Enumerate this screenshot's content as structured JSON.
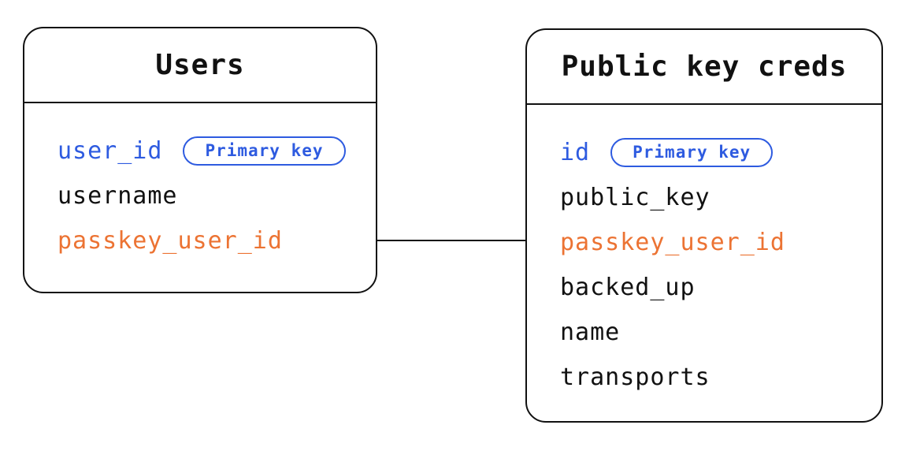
{
  "diagram": {
    "type": "entity-relationship",
    "colors": {
      "primary_key_blue": "#2e5be0",
      "relation_orange": "#ec7333",
      "text_black": "#111111",
      "border_black": "#111111",
      "background": "#ffffff"
    },
    "tables": [
      {
        "title": "Users",
        "fields": [
          {
            "name": "user_id",
            "role": "primary-key",
            "color": "#2e5be0",
            "badge": "Primary key"
          },
          {
            "name": "username",
            "role": "column",
            "color": "#111111"
          },
          {
            "name": "passkey_user_id",
            "role": "relation-key",
            "color": "#ec7333"
          }
        ]
      },
      {
        "title": "Public key creds",
        "fields": [
          {
            "name": "id",
            "role": "primary-key",
            "color": "#2e5be0",
            "badge": "Primary key"
          },
          {
            "name": "public_key",
            "role": "column",
            "color": "#111111"
          },
          {
            "name": "passkey_user_id",
            "role": "relation-key",
            "color": "#ec7333"
          },
          {
            "name": "backed_up",
            "role": "column",
            "color": "#111111"
          },
          {
            "name": "name",
            "role": "column",
            "color": "#111111"
          },
          {
            "name": "transports",
            "role": "column",
            "color": "#111111"
          }
        ]
      }
    ],
    "relation": {
      "from": "Users.passkey_user_id",
      "to": "Public key creds.passkey_user_id"
    }
  }
}
